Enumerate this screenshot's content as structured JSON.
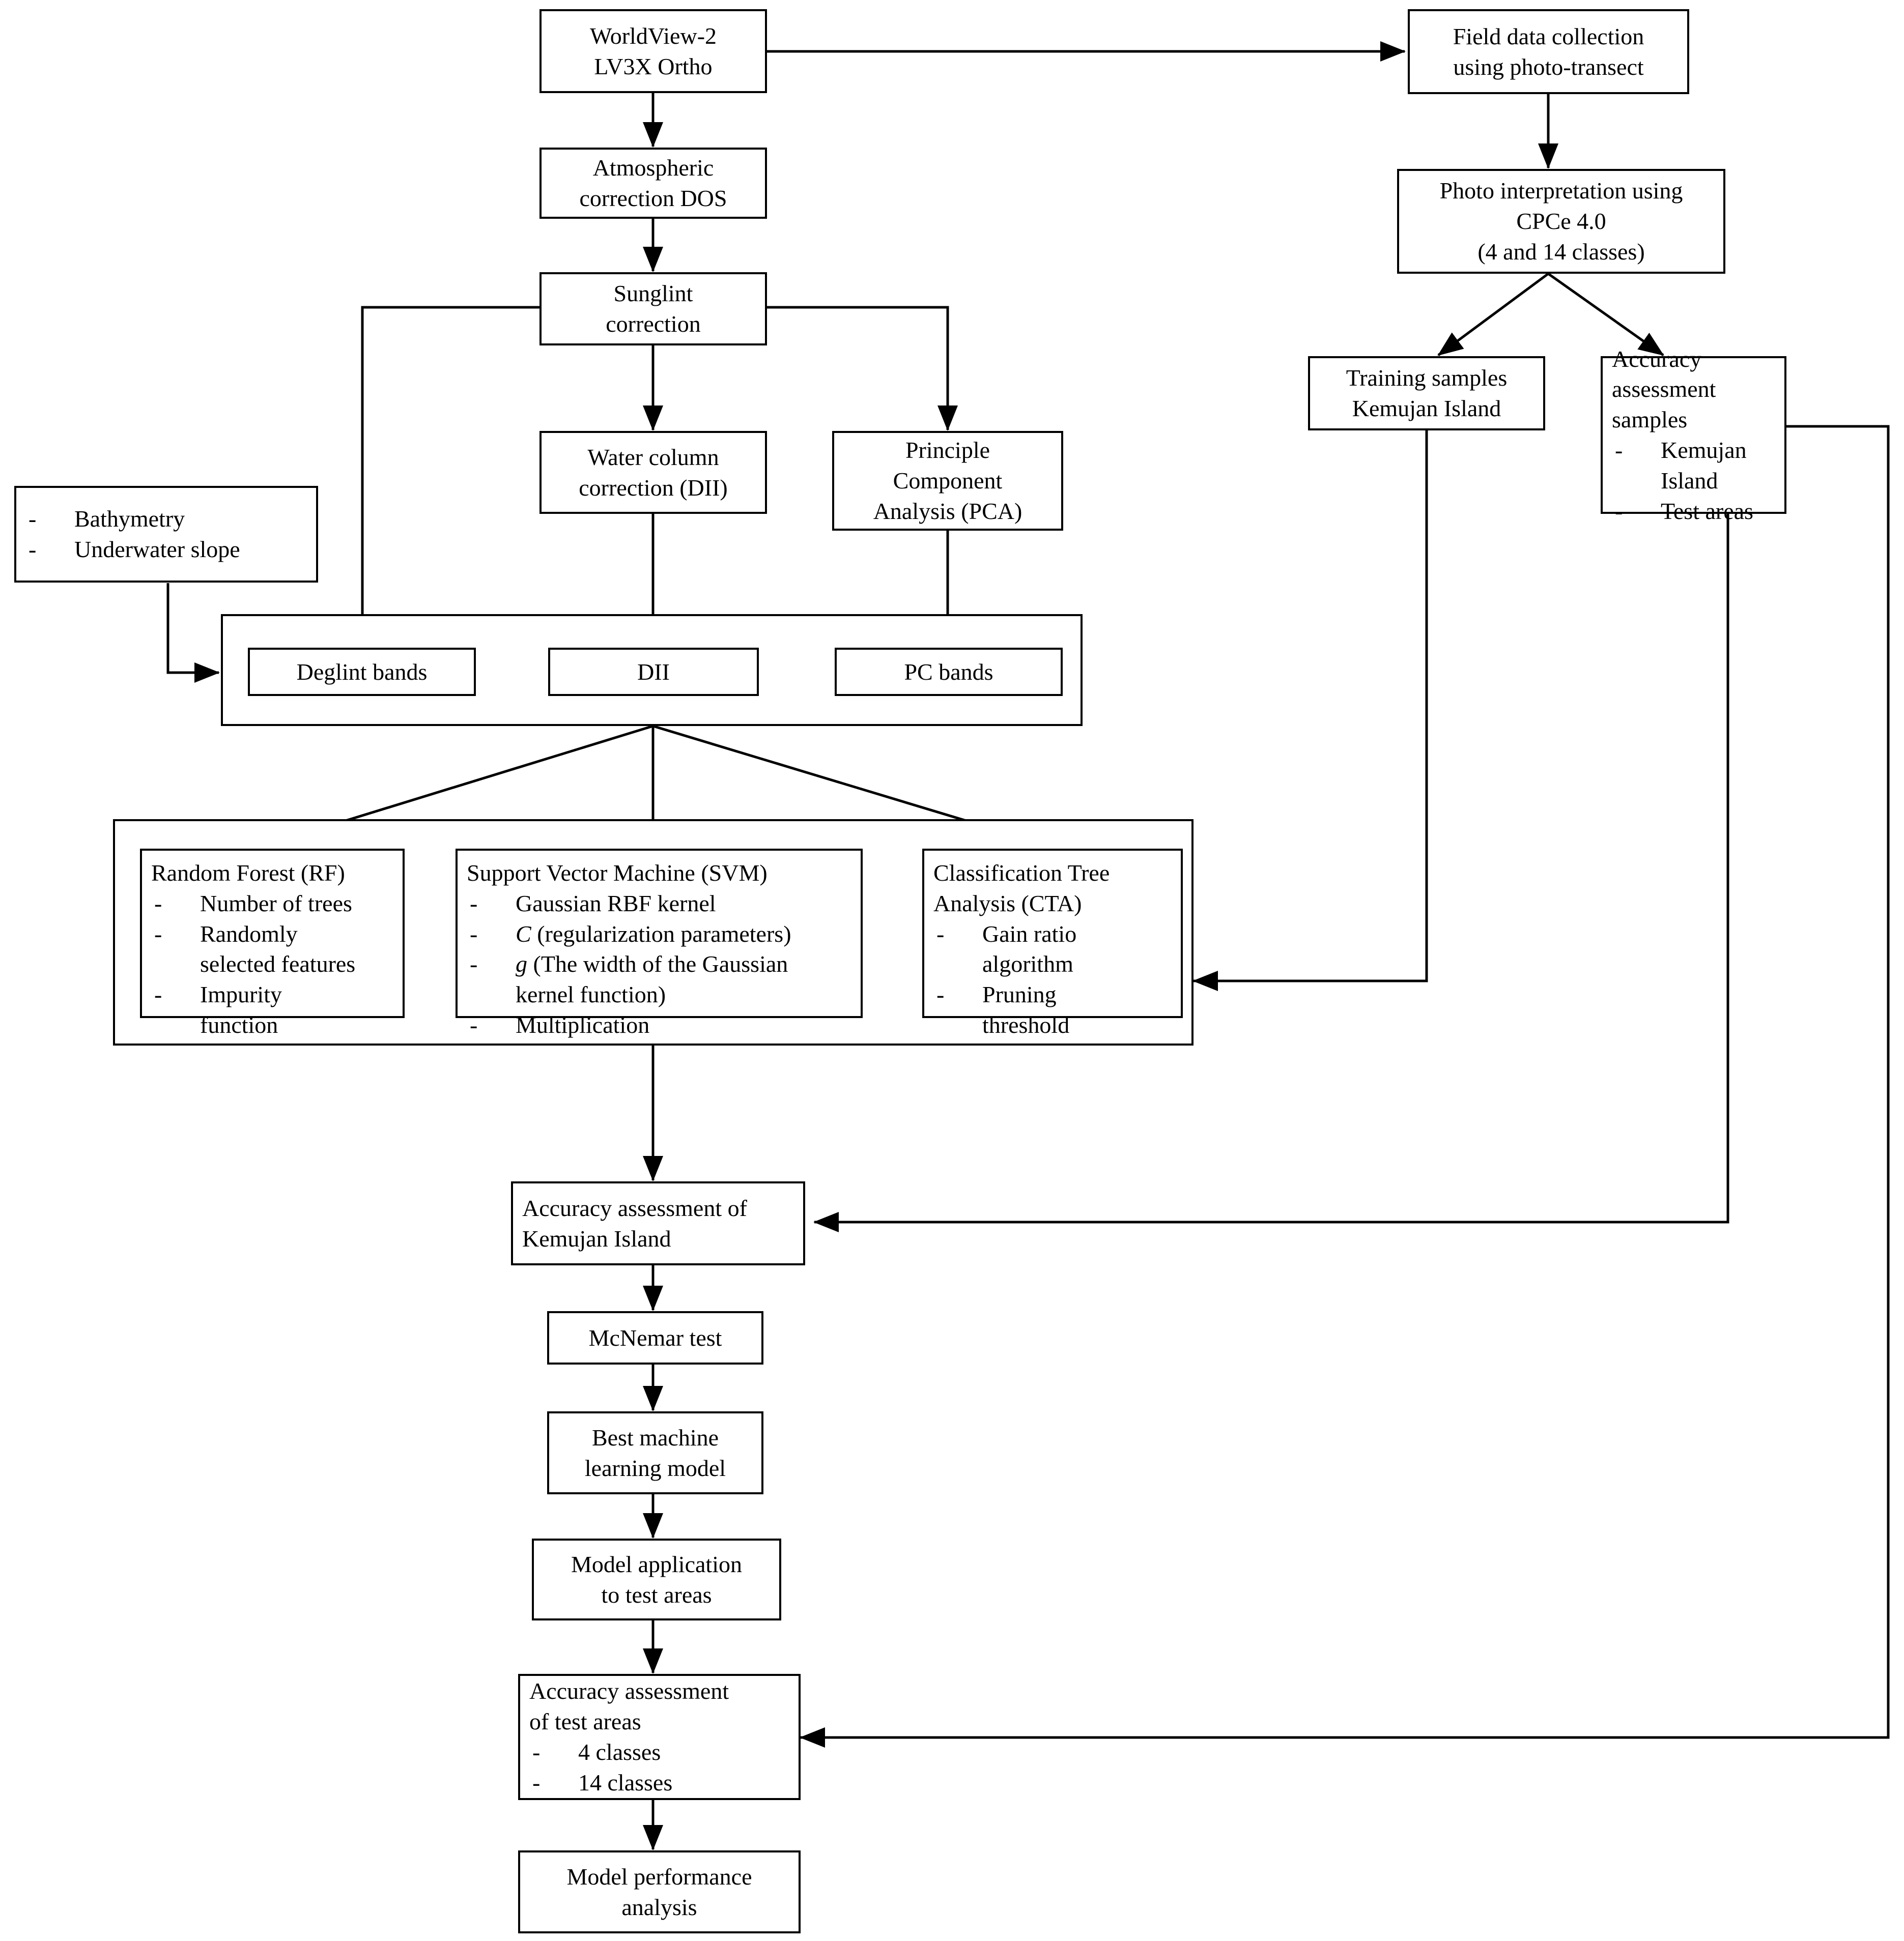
{
  "diagram": {
    "title": "Remote sensing benthic habitat mapping methodology flowchart",
    "nodes": {
      "worldview": {
        "line1": "WorldView-2",
        "line2": "LV3X Ortho"
      },
      "field_data": {
        "line1": "Field data collection",
        "line2": "using photo-transect"
      },
      "atmospheric": {
        "line1": "Atmospheric",
        "line2": "correction DOS"
      },
      "photo_interp": {
        "line1": "Photo interpretation using",
        "line2": "CPCe 4.0",
        "line3": "(4 and 14 classes)"
      },
      "sunglint": {
        "line1": "Sunglint",
        "line2": "correction"
      },
      "training_samples": {
        "line1": "Training samples",
        "line2": "Kemujan Island"
      },
      "accuracy_samples": {
        "heading1": "Accuracy",
        "heading2": "assessment samples",
        "bullets": [
          "Kemujan Island",
          "Test areas"
        ]
      },
      "water_column": {
        "line1": "Water column",
        "line2": "correction (DII)"
      },
      "pca": {
        "line1": "Principle",
        "line2": "Component",
        "line3": "Analysis (PCA)"
      },
      "bathymetry": {
        "bullets": [
          "Bathymetry",
          "Underwater slope"
        ]
      },
      "deglint_bands": {
        "label": "Deglint bands"
      },
      "dii": {
        "label": "DII"
      },
      "pc_bands": {
        "label": "PC bands"
      },
      "random_forest": {
        "heading": "Random Forest (RF)",
        "bullets": [
          {
            "text": "Number of trees",
            "cont": []
          },
          {
            "text": "Randomly",
            "cont": [
              "selected features"
            ]
          },
          {
            "text": "Impurity",
            "cont": [
              "function"
            ]
          }
        ]
      },
      "svm": {
        "heading": "Support Vector Machine (SVM)",
        "bullets": [
          {
            "italic": "",
            "text": "Gaussian RBF kernel",
            "cont": []
          },
          {
            "italic": "C",
            "text": " (regularization parameters)",
            "cont": []
          },
          {
            "italic": "g",
            "text": " (The width of the Gaussian",
            "cont": [
              "kernel function)"
            ]
          },
          {
            "italic": "",
            "text": "Multiplication",
            "cont": []
          }
        ]
      },
      "cta": {
        "heading1": "Classification Tree",
        "heading2": "Analysis (CTA)",
        "bullets": [
          {
            "text": "Gain ratio",
            "cont": [
              "algorithm"
            ]
          },
          {
            "text": "Pruning",
            "cont": [
              "threshold"
            ]
          }
        ]
      },
      "accuracy_kemujan": {
        "line1": "Accuracy assessment of",
        "line2": "Kemujan Island"
      },
      "mcnemar": {
        "label": "McNemar test"
      },
      "best_model": {
        "line1": "Best machine",
        "line2": "learning model"
      },
      "model_application": {
        "line1": "Model application",
        "line2": "to test areas"
      },
      "accuracy_test_areas": {
        "heading1": "Accuracy assessment",
        "heading2": "of test areas",
        "bullets": [
          "4 classes",
          "14 classes"
        ]
      },
      "model_performance": {
        "line1": "Model performance",
        "line2": "analysis"
      }
    },
    "colors": {
      "stroke": "#000000",
      "fill": "#ffffff",
      "background": "#ffffff"
    }
  }
}
